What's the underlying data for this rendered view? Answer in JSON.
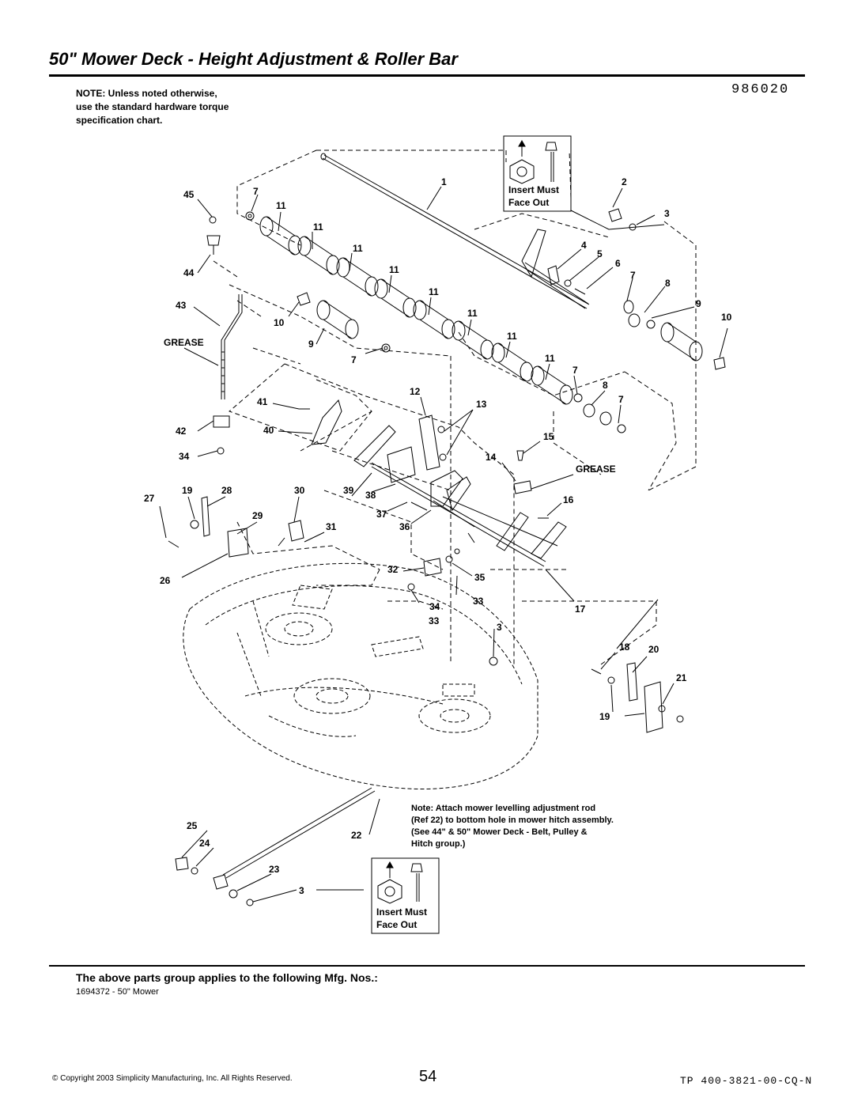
{
  "page": {
    "title": "50\" Mower Deck - Height Adjustment & Roller Bar",
    "part_number": "986020",
    "note_lines": [
      "NOTE: Unless noted otherwise,",
      "use the standard hardware torque",
      "specification chart."
    ],
    "bottom_note_lines": [
      "Note: Attach mower levelling adjustment rod",
      "(Ref 22) to bottom hole in mower hitch assembly.",
      "(See 44\" & 50\" Mower Deck - Belt, Pulley &",
      "Hitch group.)"
    ],
    "applies_heading": "The above parts group applies to the following Mfg. Nos.:",
    "mfg_number": "1694372 - 50\" Mower",
    "copyright": "© Copyright 2003 Simplicity Manufacturing, Inc. All Rights Reserved.",
    "page_number": "54",
    "doc_code": "TP 400-3821-00-CQ-N"
  },
  "insert_box": {
    "line1": "Insert Must",
    "line2": "Face Out"
  },
  "grease_label": "GREASE",
  "callouts": {
    "n1": "1",
    "n2": "2",
    "n3": "3",
    "n4": "4",
    "n5": "5",
    "n6": "6",
    "n7": "7",
    "n8": "8",
    "n9": "9",
    "n10": "10",
    "n11": "11",
    "n12": "12",
    "n13": "13",
    "n14": "14",
    "n15": "15",
    "n16": "16",
    "n17": "17",
    "n18": "18",
    "n19": "19",
    "n20": "20",
    "n21": "21",
    "n22": "22",
    "n23": "23",
    "n24": "24",
    "n25": "25",
    "n26": "26",
    "n27": "27",
    "n28": "28",
    "n29": "29",
    "n30": "30",
    "n31": "31",
    "n32": "32",
    "n33": "33",
    "n34": "34",
    "n35": "35",
    "n36": "36",
    "n37": "37",
    "n38": "38",
    "n39": "39",
    "n40": "40",
    "n41": "41",
    "n42": "42",
    "n43": "43",
    "n44": "44",
    "n45": "45"
  }
}
